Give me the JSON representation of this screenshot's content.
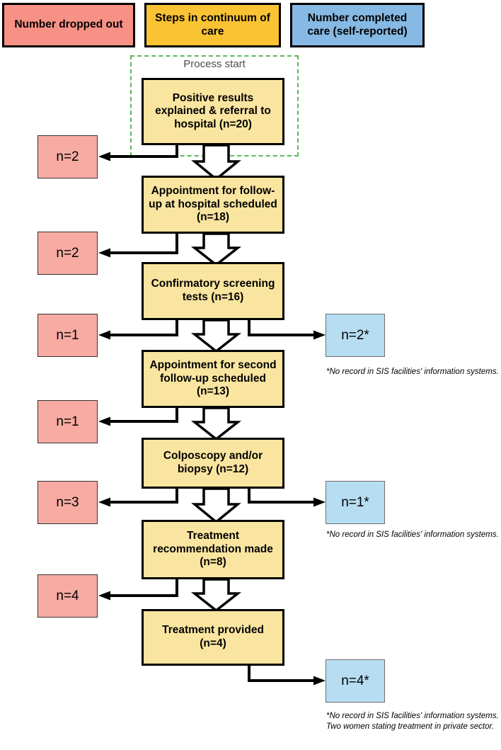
{
  "legend": {
    "items": [
      {
        "key": "dropped",
        "label": "Number dropped out",
        "color": "#f79186"
      },
      {
        "key": "steps",
        "label": "Steps in continuum of care",
        "color": "#fac334"
      },
      {
        "key": "completed",
        "label": "Number completed care (self-reported)",
        "color": "#86b9e3"
      }
    ]
  },
  "process_start": {
    "label": "Process start",
    "border_color": "#5cb85c"
  },
  "chart_data": {
    "type": "diagram",
    "title": "Continuum of care cascade",
    "steps": [
      {
        "id": "step1",
        "label": "Positive results explained & referral to hospital (n=20)",
        "n": 20
      },
      {
        "id": "step2",
        "label": "Appointment for follow-up at hospital scheduled (n=18)",
        "n": 18
      },
      {
        "id": "step3",
        "label": "Confirmatory screening tests (n=16)",
        "n": 16
      },
      {
        "id": "step4",
        "label": "Appointment for second follow-up scheduled (n=13)",
        "n": 13
      },
      {
        "id": "step5",
        "label": "Colposcopy and/or biopsy (n=12)",
        "n": 12
      },
      {
        "id": "step6",
        "label": "Treatment recommendation made (n=8)",
        "n": 8
      },
      {
        "id": "step7",
        "label": "Treatment provided (n=4)",
        "n": 4
      }
    ],
    "dropouts": [
      {
        "id": "drop1",
        "label": "n=2",
        "n": 2,
        "after_step": "step1"
      },
      {
        "id": "drop2",
        "label": "n=2",
        "n": 2,
        "after_step": "step2"
      },
      {
        "id": "drop3",
        "label": "n=1",
        "n": 1,
        "after_step": "step3"
      },
      {
        "id": "drop4",
        "label": "n=1",
        "n": 1,
        "after_step": "step4"
      },
      {
        "id": "drop5",
        "label": "n=3",
        "n": 3,
        "after_step": "step5"
      },
      {
        "id": "drop6",
        "label": "n=4",
        "n": 4,
        "after_step": "step6"
      }
    ],
    "completed": [
      {
        "id": "done1",
        "label": "n=2*",
        "n": 2,
        "after_step": "step3"
      },
      {
        "id": "done2",
        "label": "n=1*",
        "n": 1,
        "after_step": "step5"
      },
      {
        "id": "done3",
        "label": "n=4*",
        "n": 4,
        "after_step": "step7"
      }
    ],
    "footnotes": [
      {
        "id": "fn1",
        "text": "*No record in SIS facilities' information systems."
      },
      {
        "id": "fn2",
        "text": "*No record in SIS facilities' information systems."
      },
      {
        "id": "fn3",
        "text": "*No record in SIS facilities' information systems. Two women stating treatment in private sector."
      }
    ],
    "colors": {
      "step_fill": "#fae5a0",
      "dropout_fill": "#f7aba3",
      "completed_fill": "#b7ddf2",
      "stroke": "#000000"
    }
  }
}
